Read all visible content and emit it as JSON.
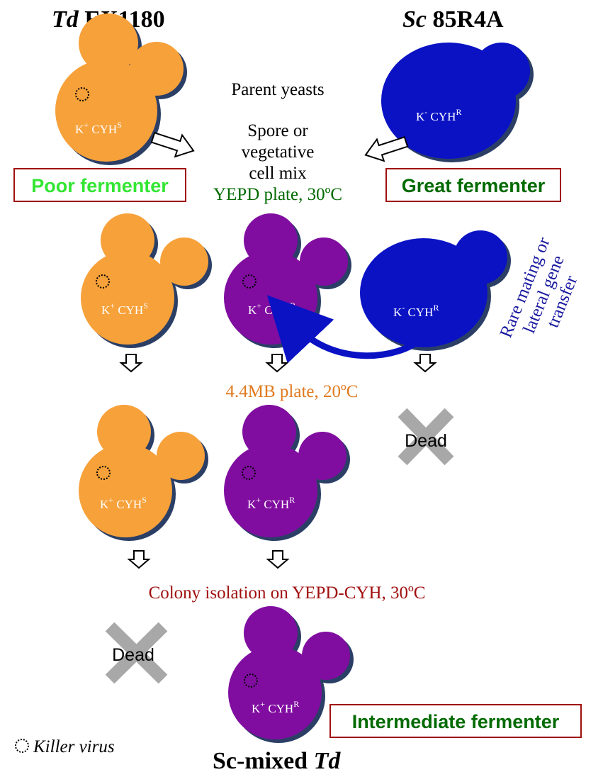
{
  "titles": {
    "td_species": "Td",
    "td_strain": "EX1180",
    "sc_species": "Sc",
    "sc_strain": "85R4A",
    "result_prefix": "Sc-mixed",
    "result_species": "Td"
  },
  "labels": {
    "parent_yeasts": "Parent yeasts",
    "mix_line1": "Spore or",
    "mix_line2": "vegetative",
    "mix_line3": "cell mix",
    "yepd_plate": "YEPD plate, 30ºC",
    "plate_44mb": "4.4MB plate, 20ºC",
    "colony_isolation": "Colony isolation on YEPD-CYH, 30ºC",
    "transfer_line1": "Rare mating or",
    "transfer_line2": "lateral gene",
    "transfer_line3": "transfer",
    "dead": "Dead",
    "killer_virus": "Killer virus"
  },
  "boxes": {
    "poor": "Poor fermenter",
    "great": "Great fermenter",
    "intermediate": "Intermediate fermenter"
  },
  "genotypes": {
    "k_plus": "K",
    "k_minus": "K",
    "plus_sign": "+",
    "minus_sign": "-",
    "cyh": "CYH",
    "s": "S",
    "r": "R"
  },
  "colors": {
    "td_cell": "#f7a13a",
    "sc_cell": "#0a12c4",
    "mixed_cell": "#800da0",
    "shadow": "#2b3f66",
    "poor_text": "#33e633",
    "dark_green": "#006a00",
    "orange_text": "#e07a1f",
    "red_text": "#a01010",
    "navy_text": "#1a1aa0",
    "dead_x": "#a8a8a8",
    "box_border": "#a01010"
  },
  "icons": [
    "killer-virus-icon",
    "down-arrow-icon",
    "right-arrow-icon",
    "left-arrow-icon",
    "curved-arrow-icon",
    "dead-x-icon"
  ]
}
